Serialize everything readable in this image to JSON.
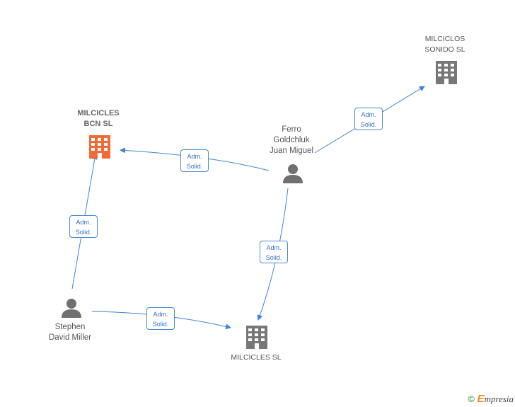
{
  "nodes": {
    "milcicles_bcn": {
      "lines": [
        "MILCICLES",
        "BCN  SL"
      ],
      "icon": "building-icon",
      "color": "#f26a34"
    },
    "milciclos_sonido": {
      "lines": [
        "MILCICLOS",
        "SONIDO  SL"
      ],
      "icon": "building-icon",
      "color": "#777777"
    },
    "milcicles_sl": {
      "lines": [
        "MILCICLES  SL"
      ],
      "icon": "building-icon",
      "color": "#777777"
    },
    "ferro": {
      "lines": [
        "Ferro",
        "Goldchluk",
        "Juan Miguel"
      ],
      "icon": "person-icon",
      "color": "#707070"
    },
    "stephen": {
      "lines": [
        "Stephen",
        "David Miller"
      ],
      "icon": "person-icon",
      "color": "#707070"
    }
  },
  "edges": [
    {
      "from": "ferro",
      "to": "milcicles_bcn",
      "label": [
        "Adm.",
        "Solid."
      ]
    },
    {
      "from": "ferro",
      "to": "milciclos_sonido",
      "label": [
        "Adm.",
        "Solid."
      ]
    },
    {
      "from": "ferro",
      "to": "milcicles_sl",
      "label": [
        "Adm.",
        "Solid."
      ]
    },
    {
      "from": "stephen",
      "to": "milcicles_bcn",
      "label": [
        "Adm.",
        "Solid."
      ]
    },
    {
      "from": "stephen",
      "to": "milcicles_sl",
      "label": [
        "Adm.",
        "Solid."
      ]
    }
  ],
  "colors": {
    "edge": "#3d85d6",
    "badge_border": "#4a8ad4",
    "badge_text": "#2f72c4"
  },
  "footer": {
    "copyright": "©",
    "brand_initial": "E",
    "brand_rest": "mpresia"
  }
}
